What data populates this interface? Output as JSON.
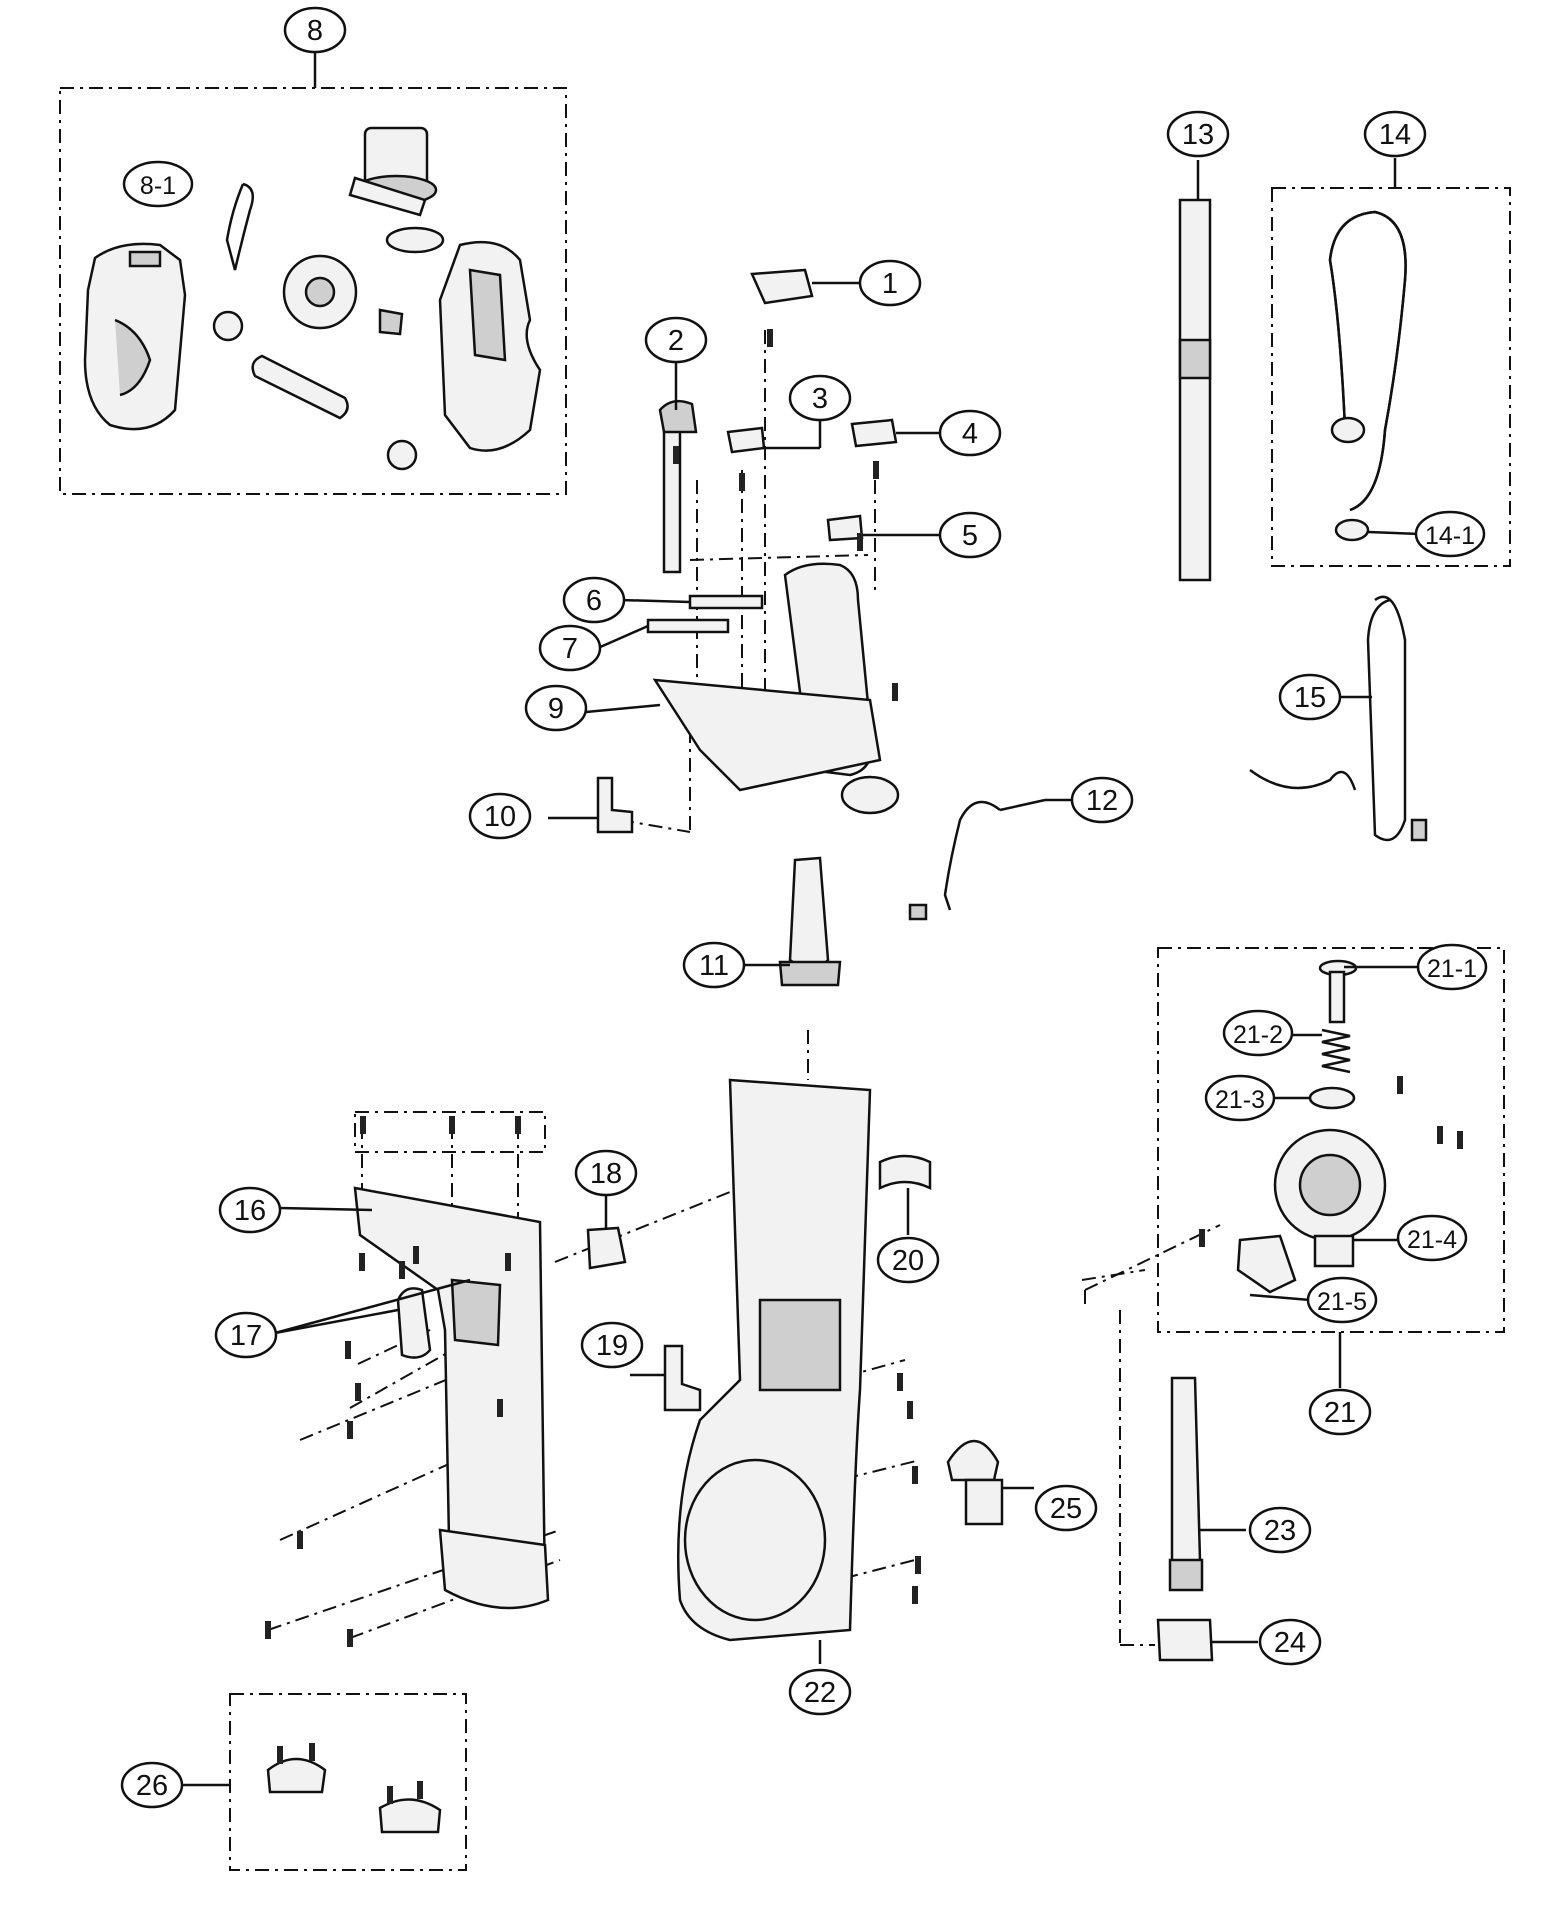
{
  "callouts": [
    {
      "id": "c-1",
      "label": "1"
    },
    {
      "id": "c-2",
      "label": "2"
    },
    {
      "id": "c-3",
      "label": "3"
    },
    {
      "id": "c-4",
      "label": "4"
    },
    {
      "id": "c-5",
      "label": "5"
    },
    {
      "id": "c-6",
      "label": "6"
    },
    {
      "id": "c-7",
      "label": "7"
    },
    {
      "id": "c-8",
      "label": "8"
    },
    {
      "id": "c-8-1",
      "label": "8-1"
    },
    {
      "id": "c-9",
      "label": "9"
    },
    {
      "id": "c-10",
      "label": "10"
    },
    {
      "id": "c-11",
      "label": "11"
    },
    {
      "id": "c-12",
      "label": "12"
    },
    {
      "id": "c-13",
      "label": "13"
    },
    {
      "id": "c-14",
      "label": "14"
    },
    {
      "id": "c-14-1",
      "label": "14-1"
    },
    {
      "id": "c-15",
      "label": "15"
    },
    {
      "id": "c-16",
      "label": "16"
    },
    {
      "id": "c-17",
      "label": "17"
    },
    {
      "id": "c-18",
      "label": "18"
    },
    {
      "id": "c-19",
      "label": "19"
    },
    {
      "id": "c-20",
      "label": "20"
    },
    {
      "id": "c-21",
      "label": "21"
    },
    {
      "id": "c-21-1",
      "label": "21-1"
    },
    {
      "id": "c-21-2",
      "label": "21-2"
    },
    {
      "id": "c-21-3",
      "label": "21-3"
    },
    {
      "id": "c-21-4",
      "label": "21-4"
    },
    {
      "id": "c-21-5",
      "label": "21-5"
    },
    {
      "id": "c-22",
      "label": "22"
    },
    {
      "id": "c-23",
      "label": "23"
    },
    {
      "id": "c-24",
      "label": "24"
    },
    {
      "id": "c-25",
      "label": "25"
    },
    {
      "id": "c-26",
      "label": "26"
    }
  ]
}
